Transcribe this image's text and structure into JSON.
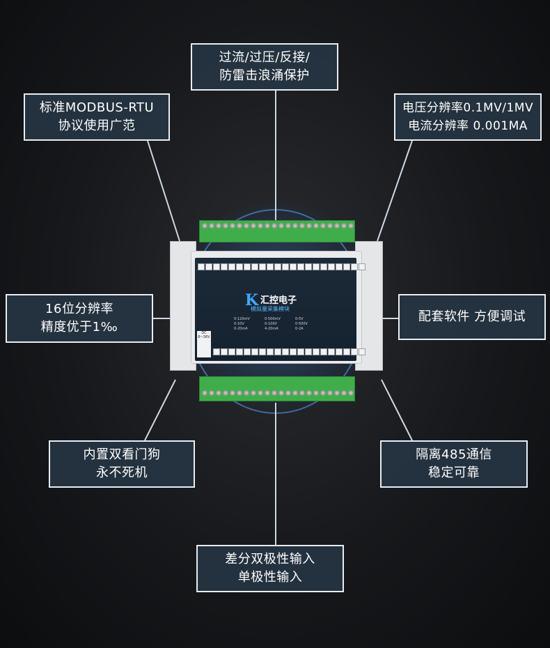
{
  "callouts": {
    "protection": {
      "line1": "过流/过压/反接/",
      "line2": "防雷击浪涌保护"
    },
    "modbus": {
      "line1": "标准MODBUS-RTU",
      "line2": "协议使用广范"
    },
    "resolution": {
      "line1": "电压分辨率0.1MV/1MV",
      "line2": "电流分辨率 0.001MA"
    },
    "precision": {
      "line1": "16位分辨率",
      "line2": "精度优于1‰"
    },
    "software": {
      "line1": "配套软件  方便调试"
    },
    "watchdog": {
      "line1": "内置双看门狗",
      "line2": "永不死机"
    },
    "isolation": {
      "line1": "隔离485通信",
      "line2": "稳定可靠"
    },
    "input": {
      "line1": "差分双极性输入",
      "line2": "单极性输入"
    }
  },
  "device": {
    "brand": "汇控电子",
    "module_name": "模拟量采集模块",
    "dc_label": "DC",
    "dc_range": "6~36V",
    "specs": [
      "0-120mV",
      "0-500mV",
      "0-5V",
      "0-10V",
      "0-100V",
      "0-500V",
      "0-20mA",
      "4-20mA",
      "0-2A"
    ]
  },
  "colors": {
    "callout_bg": "#263442",
    "callout_border": "#e8eef4",
    "line": "#cfd8e2",
    "terminal_green": "#3fae4a",
    "panel": "#1c2a39",
    "accent_blue": "#3fa7ff"
  }
}
